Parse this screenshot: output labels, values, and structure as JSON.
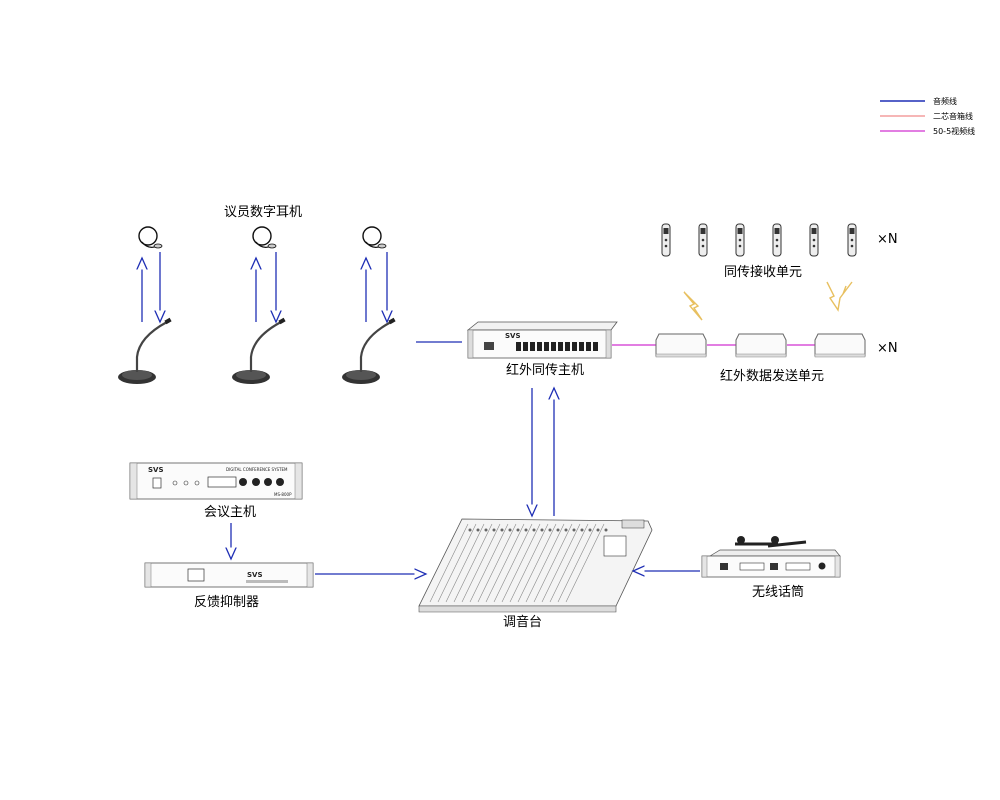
{
  "legend": [
    {
      "label": "音频线",
      "color": "#1f2fb5"
    },
    {
      "label": "二芯音箱线",
      "color": "#f08a8a"
    },
    {
      "label": "50-5视频线",
      "color": "#d030d0"
    }
  ],
  "labels": {
    "headphones": "议员数字耳机",
    "receivers": "同传接收单元",
    "ir_host": "红外同传主机",
    "ir_transmitters": "红外数据发送单元",
    "conf_host": "会议主机",
    "feedback": "反馈抑制器",
    "mixer": "调音台",
    "wireless_mic": "无线话筒",
    "times_n_1": "×N",
    "times_n_2": "×N"
  },
  "devices": {
    "ir_host_brand": "SVS",
    "conf_host_brand": "SVS",
    "conf_host_title": "DIGITAL CONFERENCE SYSTEM",
    "conf_host_model": "MS-800P",
    "feedback_brand": "SVS"
  },
  "colors": {
    "audio": "#1f2fb5",
    "speaker": "#f08a8a",
    "video": "#d030d0",
    "arrow": "#1f2fb5"
  }
}
